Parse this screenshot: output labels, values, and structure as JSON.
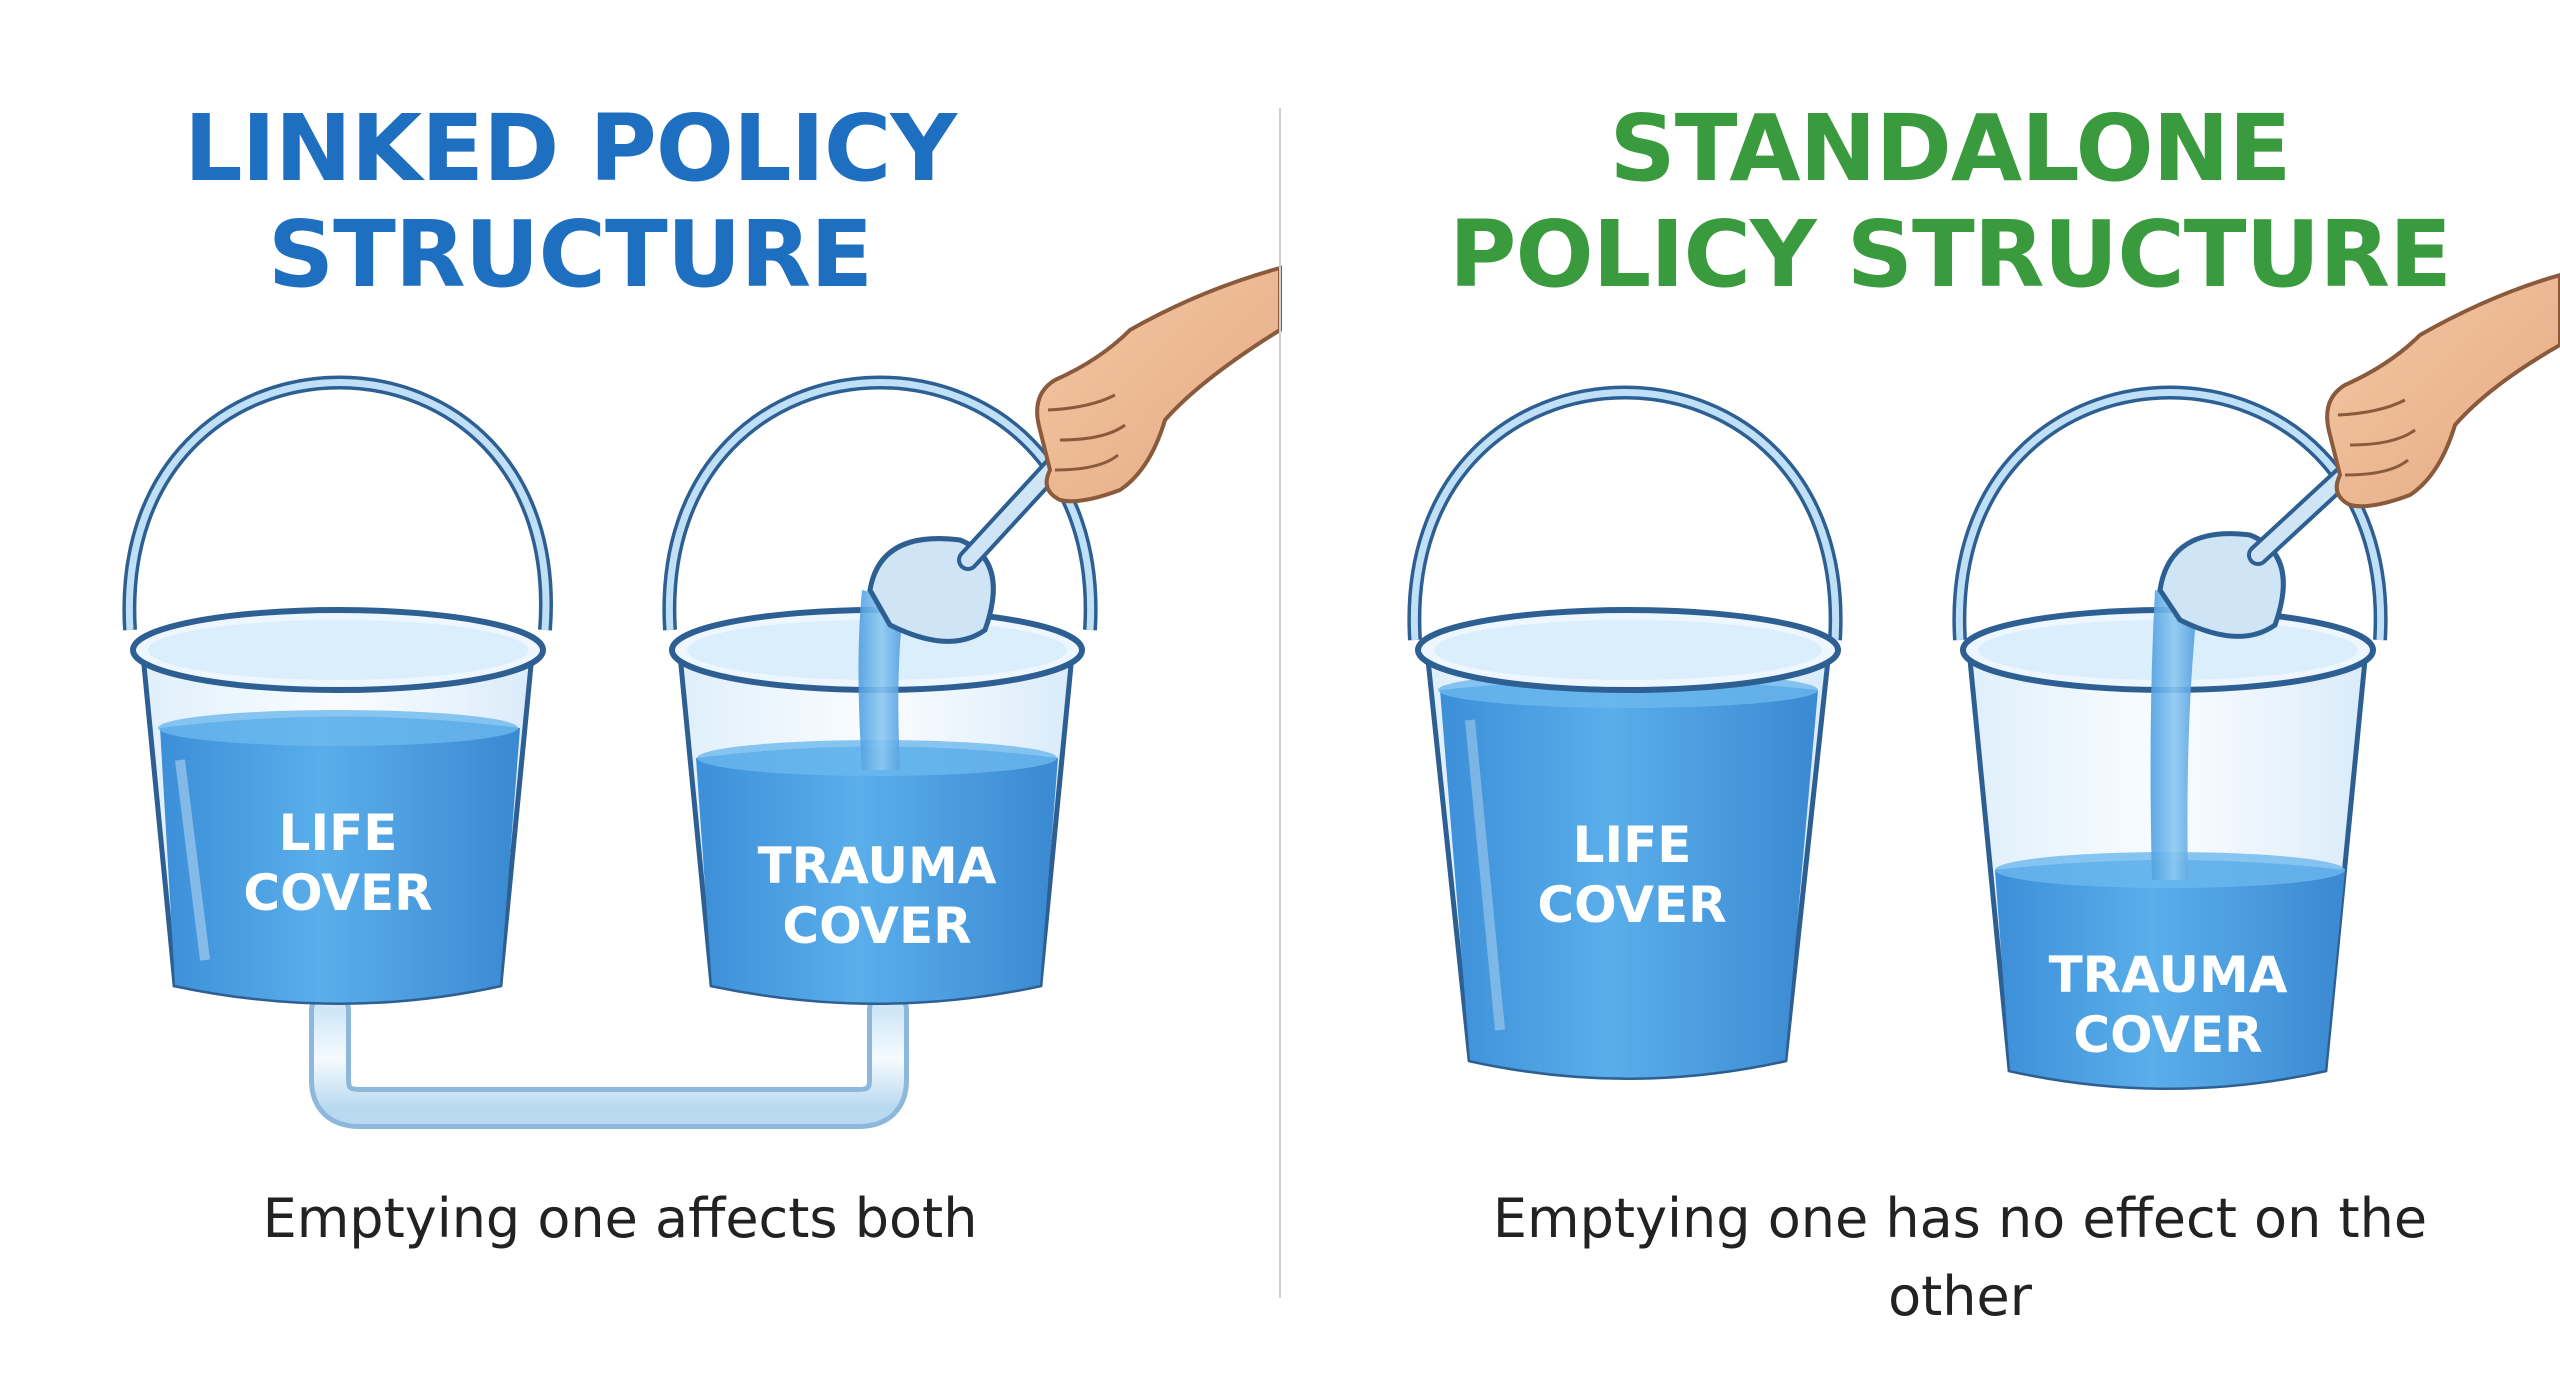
{
  "linked": {
    "title_line1": "LINKED POLICY",
    "title_line2": "STRUCTURE",
    "life_line1": "LIFE",
    "life_line2": "COVER",
    "trauma_line1": "TRAUMA",
    "trauma_line2": "COVER",
    "caption": "Emptying one affects both"
  },
  "standalone": {
    "title_line1": "STANDALONE",
    "title_line2": "POLICY STRUCTURE",
    "life_line1": "LIFE",
    "life_line2": "COVER",
    "trauma_line1": "TRAUMA",
    "trauma_line2": "COVER",
    "caption": "Emptying one has no effect on the other"
  },
  "colors": {
    "linked_title": "#1f6fc0",
    "standalone_title": "#3a9a3e",
    "water": "#3d97dd",
    "bucket_outline": "#2d5f93"
  },
  "icons": [
    "bucket-icon",
    "hand-icon",
    "scoop-icon",
    "pipe-icon"
  ]
}
